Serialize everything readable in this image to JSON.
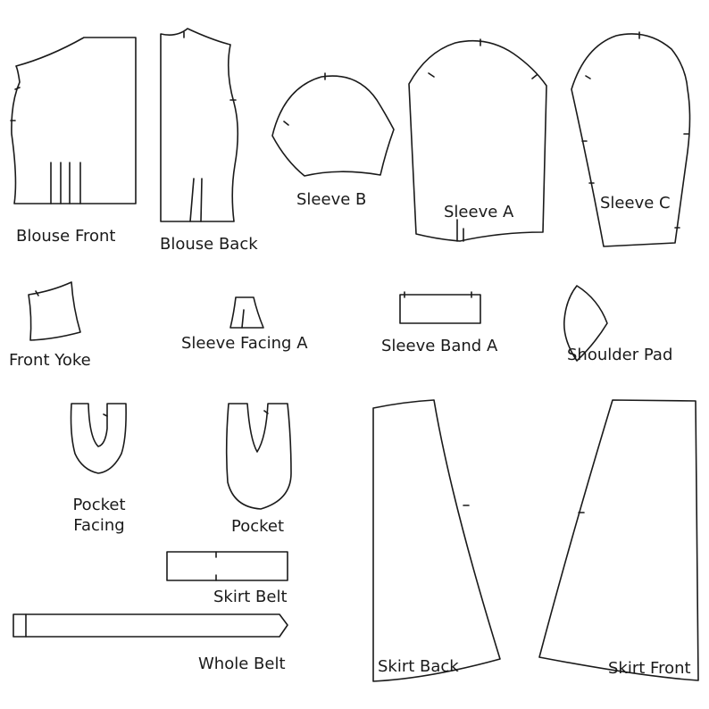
{
  "pieces": {
    "blouse_front": "Blouse Front",
    "blouse_back": "Blouse Back",
    "sleeve_b": "Sleeve B",
    "sleeve_a": "Sleeve A",
    "sleeve_c": "Sleeve C",
    "front_yoke": "Front Yoke",
    "sleeve_facing_a": "Sleeve Facing A",
    "sleeve_band_a": "Sleeve Band A",
    "shoulder_pad": "Shoulder Pad",
    "pocket_facing_line1": "Pocket",
    "pocket_facing_line2": "Facing",
    "pocket": "Pocket",
    "skirt_belt": "Skirt Belt",
    "whole_belt": "Whole Belt",
    "skirt_back": "Skirt Back",
    "skirt_front": "Skirt Front"
  },
  "colors": {
    "line": "#1a1a1a",
    "background": "#ffffff"
  }
}
